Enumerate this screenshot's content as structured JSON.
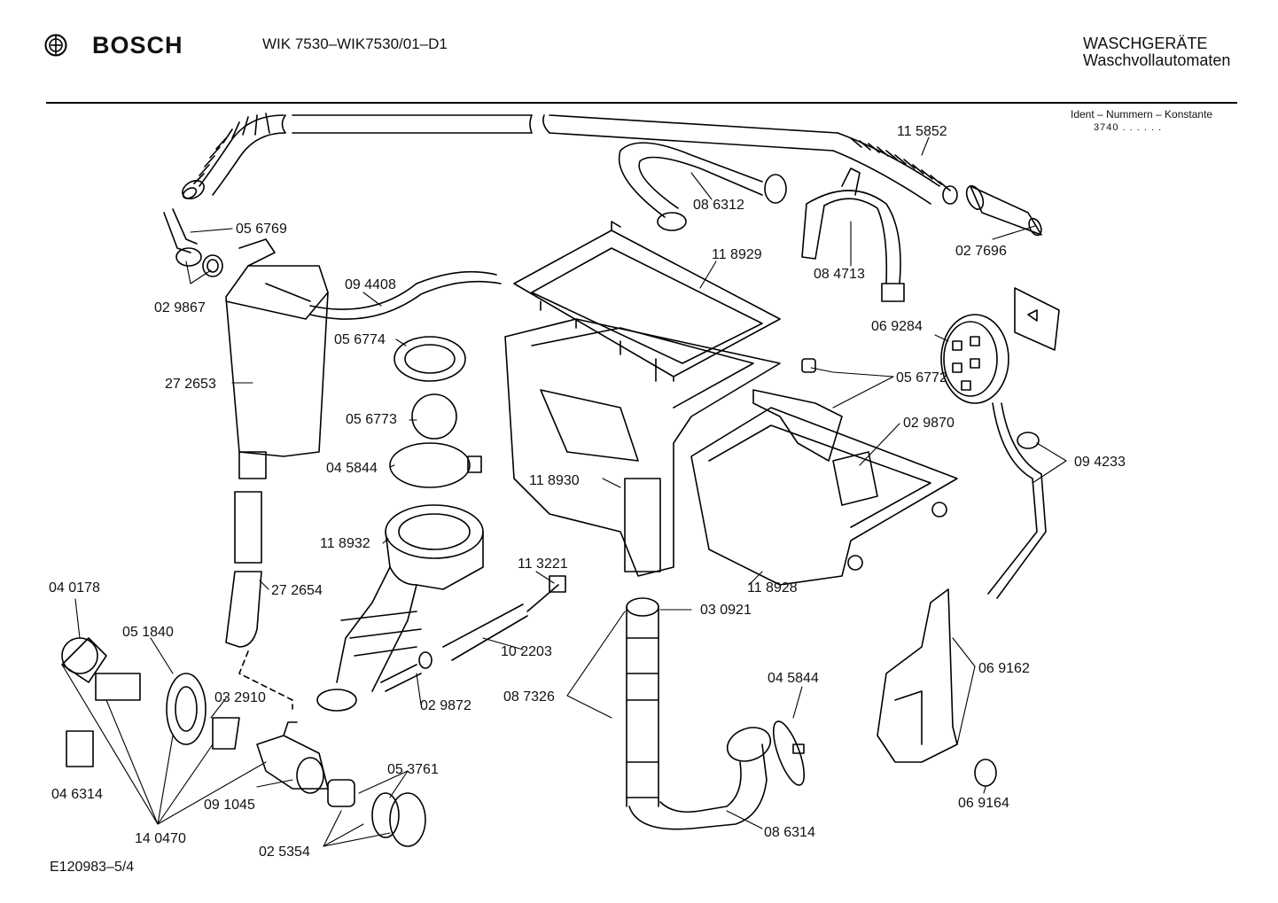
{
  "header": {
    "brand": "BOSCH",
    "model": "WIK 7530–WIK7530/01–D1",
    "category_line1": "WASCHGERÄTE",
    "category_line2": "Waschvollautomaten",
    "ident_label": "Ident – Nummern – Konstante",
    "ident_value": "3740 . . . . . ."
  },
  "footer": {
    "doc_ref": "E120983–5/4"
  },
  "parts": [
    {
      "id": "p1",
      "number": "11 5852"
    },
    {
      "id": "p2",
      "number": "05 6769"
    },
    {
      "id": "p3",
      "number": "08 6312"
    },
    {
      "id": "p4",
      "number": "11 8929"
    },
    {
      "id": "p5",
      "number": "08 4713"
    },
    {
      "id": "p6",
      "number": "02 7696"
    },
    {
      "id": "p7",
      "number": "09 4408"
    },
    {
      "id": "p8",
      "number": "02 9867"
    },
    {
      "id": "p9",
      "number": "06 9284"
    },
    {
      "id": "p10",
      "number": "27 2653"
    },
    {
      "id": "p11",
      "number": "05 6774"
    },
    {
      "id": "p12",
      "number": "05 6772"
    },
    {
      "id": "p13",
      "number": "05 6773"
    },
    {
      "id": "p14",
      "number": "02 9870"
    },
    {
      "id": "p15",
      "number": "04 5844"
    },
    {
      "id": "p16",
      "number": "11 8930"
    },
    {
      "id": "p17",
      "number": "09 4233"
    },
    {
      "id": "p18",
      "number": "11 8932"
    },
    {
      "id": "p19",
      "number": "11 3221"
    },
    {
      "id": "p20",
      "number": "27 2654"
    },
    {
      "id": "p21",
      "number": "11 8928"
    },
    {
      "id": "p22",
      "number": "04 0178"
    },
    {
      "id": "p23",
      "number": "03 0921"
    },
    {
      "id": "p24",
      "number": "05 1840"
    },
    {
      "id": "p25",
      "number": "10 2203"
    },
    {
      "id": "p26",
      "number": "06 9162"
    },
    {
      "id": "p27",
      "number": "03 2910"
    },
    {
      "id": "p28",
      "number": "08 7326"
    },
    {
      "id": "p29",
      "number": "02 9872"
    },
    {
      "id": "p30",
      "number": "04 5844"
    },
    {
      "id": "p31",
      "number": "05 3761"
    },
    {
      "id": "p32",
      "number": "04 6314"
    },
    {
      "id": "p33",
      "number": "09 1045"
    },
    {
      "id": "p34",
      "number": "06 9164"
    },
    {
      "id": "p35",
      "number": "14 0470"
    },
    {
      "id": "p36",
      "number": "08 6314"
    },
    {
      "id": "p37",
      "number": "02 5354"
    }
  ]
}
